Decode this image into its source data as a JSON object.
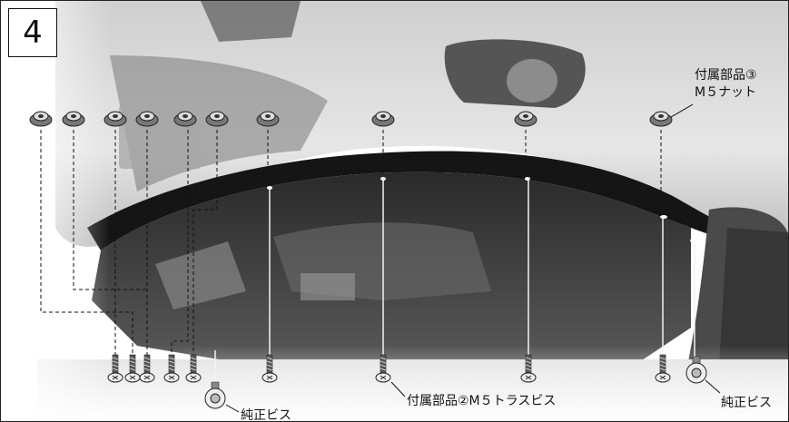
{
  "step": "4",
  "labels": {
    "part3_line1": "付属部品③",
    "part3_line2": "M５ナット",
    "oem_screw": "純正ビス",
    "part2_truss": "付属部品②M５トラスビス",
    "oem_screw_right": "純正ビス"
  },
  "colors": {
    "car_body": "#d6d6d6",
    "undercarriage": "#3a3a3a",
    "lip": "#1a1a1a",
    "dash_line": "#111111"
  }
}
